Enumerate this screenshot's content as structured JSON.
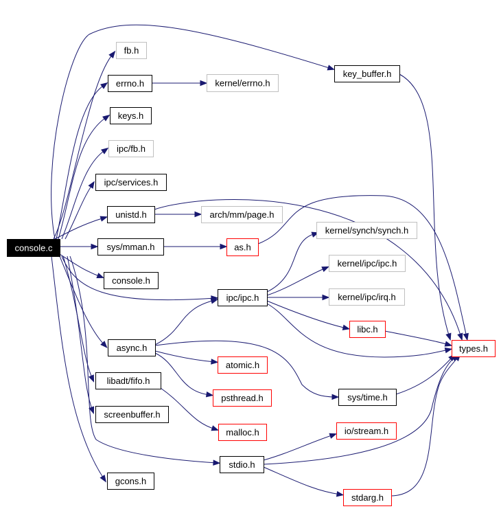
{
  "diagram": {
    "nodes": [
      {
        "id": "console_c",
        "label": "console.c",
        "style": "root"
      },
      {
        "id": "fb_h",
        "label": "fb.h",
        "style": "missing"
      },
      {
        "id": "key_buffer_h",
        "label": "key_buffer.h",
        "style": "normal"
      },
      {
        "id": "errno_h",
        "label": "errno.h",
        "style": "normal"
      },
      {
        "id": "kernel_errno_h",
        "label": "kernel/errno.h",
        "style": "missing"
      },
      {
        "id": "keys_h",
        "label": "keys.h",
        "style": "normal"
      },
      {
        "id": "ipc_fb_h",
        "label": "ipc/fb.h",
        "style": "missing"
      },
      {
        "id": "ipc_services_h",
        "label": "ipc/services.h",
        "style": "normal"
      },
      {
        "id": "unistd_h",
        "label": "unistd.h",
        "style": "normal"
      },
      {
        "id": "arch_mm_page_h",
        "label": "arch/mm/page.h",
        "style": "missing"
      },
      {
        "id": "kernel_synch_synch_h",
        "label": "kernel/synch/synch.h",
        "style": "missing"
      },
      {
        "id": "sys_mman_h",
        "label": "sys/mman.h",
        "style": "normal"
      },
      {
        "id": "as_h",
        "label": "as.h",
        "style": "red"
      },
      {
        "id": "kernel_ipc_ipc_h",
        "label": "kernel/ipc/ipc.h",
        "style": "missing"
      },
      {
        "id": "console_h",
        "label": "console.h",
        "style": "normal"
      },
      {
        "id": "ipc_ipc_h",
        "label": "ipc/ipc.h",
        "style": "normal"
      },
      {
        "id": "kernel_ipc_irq_h",
        "label": "kernel/ipc/irq.h",
        "style": "missing"
      },
      {
        "id": "libc_h",
        "label": "libc.h",
        "style": "red"
      },
      {
        "id": "types_h",
        "label": "types.h",
        "style": "red"
      },
      {
        "id": "async_h",
        "label": "async.h",
        "style": "normal"
      },
      {
        "id": "atomic_h",
        "label": "atomic.h",
        "style": "red"
      },
      {
        "id": "libadt_fifo_h",
        "label": "libadt/fifo.h",
        "style": "normal"
      },
      {
        "id": "pthread_h",
        "label": "psthread.h",
        "style": "red"
      },
      {
        "id": "sys_time_h",
        "label": "sys/time.h",
        "style": "normal"
      },
      {
        "id": "screenbuffer_h",
        "label": "screenbuffer.h",
        "style": "normal"
      },
      {
        "id": "malloc_h",
        "label": "malloc.h",
        "style": "red"
      },
      {
        "id": "io_stream_h",
        "label": "io/stream.h",
        "style": "red"
      },
      {
        "id": "stdio_h",
        "label": "stdio.h",
        "style": "normal"
      },
      {
        "id": "gcons_h",
        "label": "gcons.h",
        "style": "normal"
      },
      {
        "id": "stdarg_h",
        "label": "stdarg.h",
        "style": "red"
      }
    ],
    "edges": [
      {
        "from": "console_c",
        "to": "fb_h"
      },
      {
        "from": "console_c",
        "to": "key_buffer_h"
      },
      {
        "from": "console_c",
        "to": "errno_h"
      },
      {
        "from": "console_c",
        "to": "keys_h"
      },
      {
        "from": "console_c",
        "to": "ipc_fb_h"
      },
      {
        "from": "console_c",
        "to": "ipc_services_h"
      },
      {
        "from": "console_c",
        "to": "unistd_h"
      },
      {
        "from": "console_c",
        "to": "sys_mman_h"
      },
      {
        "from": "console_c",
        "to": "console_h"
      },
      {
        "from": "console_c",
        "to": "ipc_ipc_h"
      },
      {
        "from": "console_c",
        "to": "async_h"
      },
      {
        "from": "console_c",
        "to": "libadt_fifo_h"
      },
      {
        "from": "console_c",
        "to": "screenbuffer_h"
      },
      {
        "from": "console_c",
        "to": "stdio_h"
      },
      {
        "from": "console_c",
        "to": "gcons_h"
      },
      {
        "from": "errno_h",
        "to": "kernel_errno_h"
      },
      {
        "from": "key_buffer_h",
        "to": "types_h"
      },
      {
        "from": "unistd_h",
        "to": "arch_mm_page_h"
      },
      {
        "from": "unistd_h",
        "to": "types_h"
      },
      {
        "from": "sys_mman_h",
        "to": "as_h"
      },
      {
        "from": "as_h",
        "to": "types_h"
      },
      {
        "from": "ipc_ipc_h",
        "to": "kernel_synch_synch_h"
      },
      {
        "from": "ipc_ipc_h",
        "to": "kernel_ipc_ipc_h"
      },
      {
        "from": "ipc_ipc_h",
        "to": "kernel_ipc_irq_h"
      },
      {
        "from": "ipc_ipc_h",
        "to": "libc_h"
      },
      {
        "from": "ipc_ipc_h",
        "to": "types_h"
      },
      {
        "from": "libc_h",
        "to": "types_h"
      },
      {
        "from": "async_h",
        "to": "ipc_ipc_h"
      },
      {
        "from": "async_h",
        "to": "atomic_h"
      },
      {
        "from": "async_h",
        "to": "pthread_h"
      },
      {
        "from": "async_h",
        "to": "sys_time_h"
      },
      {
        "from": "libadt_fifo_h",
        "to": "malloc_h"
      },
      {
        "from": "sys_time_h",
        "to": "types_h"
      },
      {
        "from": "stdio_h",
        "to": "io_stream_h"
      },
      {
        "from": "stdio_h",
        "to": "stdarg_h"
      },
      {
        "from": "stdio_h",
        "to": "types_h"
      },
      {
        "from": "stdarg_h",
        "to": "types_h"
      }
    ]
  }
}
